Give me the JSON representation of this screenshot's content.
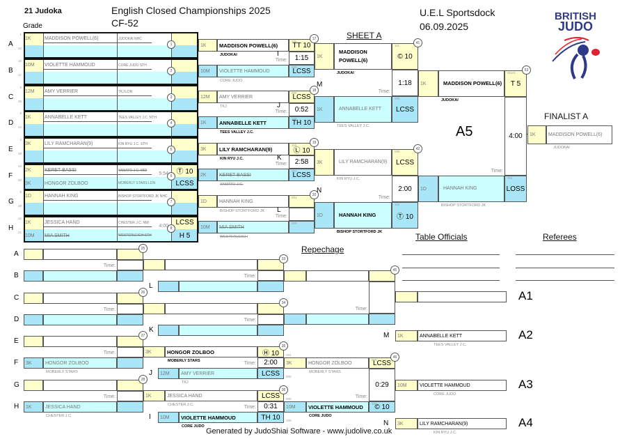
{
  "header": {
    "count": "21 Judoka",
    "grade_label": "Grade",
    "title": "English Closed Championships 2025",
    "category": "CF-52",
    "venue": "U.E.L Sportsdock",
    "date": "06.09.2025",
    "sheet": "SHEET A",
    "logo_text": "BRITISH JUDO"
  },
  "time_label": "Time:",
  "colors": {
    "white_cell": "#ffffcc",
    "blue_cell": "#a9e6f7",
    "blue_name": "#ccffff",
    "logo_blue": "#2e3a87",
    "logo_red": "#e0212f"
  },
  "pools": [
    {
      "letter": "A",
      "seeds": [
        "1",
        "32"
      ],
      "match": "1",
      "white": {
        "grade": "1K",
        "name": "MADDISON POWELL(6)",
        "club": "JUDOKAI NHC",
        "score": ""
      },
      "blue": {
        "grade": "",
        "name": "",
        "club": "",
        "score": ""
      },
      "time": ""
    },
    {
      "letter": "B",
      "seeds": [
        "16",
        "17"
      ],
      "match": "2",
      "white": {
        "grade": "10M",
        "name": "VIOLETTE HAMMOUD",
        "club": "CORE JUDO STH",
        "score": ""
      },
      "blue": {
        "grade": "",
        "name": "",
        "club": "",
        "score": ""
      },
      "time": ""
    },
    {
      "letter": "C",
      "seeds": [
        "8",
        "25"
      ],
      "match": "3",
      "white": {
        "grade": "12M",
        "name": "AMY VERRIER",
        "club": "TKJ LDN",
        "score": ""
      },
      "blue": {
        "grade": "",
        "name": "",
        "club": "",
        "score": ""
      },
      "time": ""
    },
    {
      "letter": "D",
      "seeds": [
        "9",
        "24"
      ],
      "match": "4",
      "white": {
        "grade": "1K",
        "name": "ANNABELLE KETT",
        "club": "TEES VALLEY J.C. NTH",
        "score": ""
      },
      "blue": {
        "grade": "",
        "name": "",
        "club": "",
        "score": ""
      },
      "time": ""
    },
    {
      "letter": "E",
      "seeds": [
        "4",
        "29"
      ],
      "match": "5",
      "white": {
        "grade": "3K",
        "name": "LILY RAMCHARAN(9)",
        "club": "KIN RYU J.C. STH",
        "score": ""
      },
      "blue": {
        "grade": "",
        "name": "",
        "club": "",
        "score": ""
      },
      "time": ""
    },
    {
      "letter": "F",
      "seeds": [
        "13",
        "20"
      ],
      "match": "6",
      "white": {
        "grade": "2K",
        "name": "KERET BASSI",
        "club": "YAMATO J.C. MID",
        "score": "Ⓣ 10",
        "struck": true
      },
      "blue": {
        "grade": "3K",
        "name": "HONGOR ZOLBOO",
        "club": "MOBERLY STARS LDN",
        "score": "LCSS"
      },
      "time": "5:54"
    },
    {
      "letter": "G",
      "seeds": [
        "5",
        "28"
      ],
      "match": "7",
      "white": {
        "grade": "1D",
        "name": "HANNAH KING",
        "club": "BISHOP STORTFORD JK NHC",
        "score": ""
      },
      "blue": {
        "grade": "",
        "name": "",
        "club": "",
        "score": ""
      },
      "time": ""
    },
    {
      "letter": "H",
      "seeds": [
        "12",
        "21"
      ],
      "match": "8",
      "white": {
        "grade": "1K",
        "name": "JESSICA HAND",
        "club": "CHESTER J.C. NW",
        "score": "LCSS"
      },
      "blue": {
        "grade": "10M",
        "name": "MIA SMITH",
        "club": "WESTERLEIGH STH",
        "score": "H 5",
        "struck": true
      },
      "time": "4:00"
    }
  ],
  "round2": [
    {
      "match": "17",
      "label": "I",
      "time": "1:15",
      "white": {
        "grade": "1K",
        "name": "MADDISON POWELL(6)",
        "club": "JUDOKAI",
        "score": "TT 10",
        "code": "100",
        "win": true
      },
      "blue": {
        "grade": "10M",
        "name": "VIOLETTE HAMMOUD",
        "club": "CORE JUDO",
        "score": "LCSS",
        "code": "000"
      }
    },
    {
      "match": "18",
      "label": "J",
      "time": "0:52",
      "white": {
        "grade": "12M",
        "name": "AMY VERRIER",
        "club": "TKJ",
        "score": "LCSS",
        "code": "000"
      },
      "blue": {
        "grade": "1K",
        "name": "ANNABELLE KETT",
        "club": "TEES VALLEY J.C.",
        "score": "TH 10",
        "code": "100",
        "win": true
      }
    },
    {
      "match": "19",
      "label": "K",
      "time": "2:58",
      "white": {
        "grade": "3K",
        "name": "LILY RAMCHARAN(9)",
        "club": "KIN RYU J.C.",
        "score": "Ⓛ 10",
        "code": "110",
        "win": true
      },
      "blue": {
        "grade": "2K",
        "name": "KERET BASSI",
        "club": "YAMATO J.C.",
        "score": "LCSS",
        "code": "001",
        "struck": true
      }
    },
    {
      "match": "20",
      "label": "L",
      "time": "",
      "white": {
        "grade": "1D",
        "name": "HANNAH KING",
        "club": "BISHOP STORTFORD JK",
        "score": "",
        "code": "001"
      },
      "blue": {
        "grade": "10M",
        "name": "MIA SMITH",
        "club": "WESTERLEIGH",
        "score": "",
        "code": "000",
        "struck": true
      }
    }
  ],
  "round3": [
    {
      "match": "41",
      "label": "M",
      "time": "1:18",
      "white": {
        "grade": "1K",
        "name": "MADDISON POWELL(6)",
        "club": "JUDOKAI",
        "score": "© 10",
        "code": "111",
        "win": true
      },
      "blue": {
        "grade": "1K",
        "name": "ANNABELLE KETT",
        "club": "TEES VALLEY J.C.",
        "score": "LCSS",
        "code": "000"
      }
    },
    {
      "match": "42",
      "label": "N",
      "time": "2:00",
      "white": {
        "grade": "3K",
        "name": "LILY RAMCHARAN(9)",
        "club": "KIN RYU J.C.",
        "score": "LCSS",
        "code": "000"
      },
      "blue": {
        "grade": "1D",
        "name": "HANNAH KING",
        "club": "BISHOP STORTFORD JK",
        "score": "Ⓣ 10",
        "code": "110",
        "win": true
      }
    }
  ],
  "final": {
    "match": "53",
    "label": "A5",
    "time": "4:00",
    "white": {
      "grade": "1K",
      "name": "MADDISON POWELL(6)",
      "club": "JUDOKAI",
      "score": "T 5",
      "code": "011s1",
      "win": true
    },
    "blue": {
      "grade": "1D",
      "name": "HANNAH KING",
      "club": "BISHOP STORTFORD JK",
      "score": "LOSS",
      "code": "001"
    }
  },
  "finalist": {
    "label": "FINALIST A",
    "grade": "1K",
    "name": "MADDISON POWELL(6)",
    "club": "JUDOKAI"
  },
  "repechage": {
    "title": "Repechage",
    "round1": [
      {
        "match": "25",
        "letters": [
          "A",
          "B"
        ],
        "time": "",
        "white": {
          "grade": "",
          "name": "",
          "club": "",
          "score": ""
        },
        "blue": {
          "grade": "",
          "name": "",
          "club": "",
          "score": ""
        }
      },
      {
        "match": "26",
        "letters": [
          "C",
          "D"
        ],
        "time": "",
        "white": {
          "grade": "",
          "name": "",
          "club": "",
          "score": ""
        },
        "blue": {
          "grade": "",
          "name": "",
          "club": "",
          "score": ""
        }
      },
      {
        "match": "27",
        "letters": [
          "E",
          "F"
        ],
        "time": "",
        "white": {
          "grade": "",
          "name": "",
          "club": "",
          "score": ""
        },
        "blue": {
          "grade": "3K",
          "name": "HONGOR ZOLBOO",
          "club": "MOBERLY STARS",
          "score": ""
        }
      },
      {
        "match": "28",
        "letters": [
          "G",
          "H"
        ],
        "time": "",
        "white": {
          "grade": "",
          "name": "",
          "club": "",
          "score": ""
        },
        "blue": {
          "grade": "1K",
          "name": "JESSICA HAND",
          "club": "CHESTER J.C.",
          "score": ""
        }
      }
    ],
    "round2": [
      {
        "match": "33",
        "label": "L",
        "time": "",
        "white": {
          "grade": "",
          "name": "",
          "club": "",
          "score": ""
        },
        "blue": {
          "grade": "",
          "name": "",
          "club": "",
          "score": ""
        }
      },
      {
        "match": "34",
        "label": "K",
        "time": "",
        "white": {
          "grade": "",
          "name": "",
          "club": "",
          "score": ""
        },
        "blue": {
          "grade": "",
          "name": "",
          "club": "",
          "score": ""
        }
      },
      {
        "match": "35",
        "label": "J",
        "time": "2:00",
        "white": {
          "grade": "3K",
          "name": "HONGOR ZOLBOO",
          "club": "MOBERLY STARS",
          "score": "Ⓗ 10",
          "code": "101",
          "win": true
        },
        "blue": {
          "grade": "12M",
          "name": "AMY VERRIER",
          "club": "TKJ",
          "score": "LCSS",
          "code": "000"
        }
      },
      {
        "match": "36",
        "label": "I",
        "time": "0:31",
        "white": {
          "grade": "1K",
          "name": "JESSICA HAND",
          "club": "CHESTER J.C.",
          "score": "LCSS",
          "code": "000"
        },
        "blue": {
          "grade": "10M",
          "name": "VIOLETTE HAMMOUD",
          "club": "CORE JUDO",
          "score": "TH 10",
          "code": "100",
          "win": true
        }
      }
    ],
    "round3": [
      {
        "match": "45",
        "time": "",
        "white": {
          "grade": "",
          "name": "",
          "club": "",
          "score": ""
        },
        "blue": {
          "grade": "",
          "name": "",
          "club": "",
          "score": ""
        }
      },
      {
        "match": "46",
        "time": "0:29",
        "white": {
          "grade": "3K",
          "name": "HONGOR ZOLBOO",
          "club": "MOBERLY STARS",
          "score": "LCSS",
          "code": "000"
        },
        "blue": {
          "grade": "10M",
          "name": "VIOLETTE HAMMOUD",
          "club": "CORE JUDO",
          "score": "© 10",
          "code": "100",
          "win": true
        }
      }
    ]
  },
  "results": [
    {
      "label": "A1",
      "from": "",
      "grade": "",
      "name": "",
      "club": ""
    },
    {
      "label": "A2",
      "from": "M",
      "grade": "1K",
      "name": "ANNABELLE KETT",
      "club": "TEES VALLEY J.C."
    },
    {
      "label": "A3",
      "from": "",
      "grade": "10M",
      "name": "VIOLETTE HAMMOUD",
      "club": "CORE JUDO"
    },
    {
      "label": "A4",
      "from": "N",
      "grade": "3K",
      "name": "LILY RAMCHARAN(9)",
      "club": "KIN RYU J.C."
    }
  ],
  "officials": {
    "table": "Table Officials",
    "referees": "Referees"
  },
  "footer": "Generated by JudoShiai Software - www.judolive.co.uk"
}
